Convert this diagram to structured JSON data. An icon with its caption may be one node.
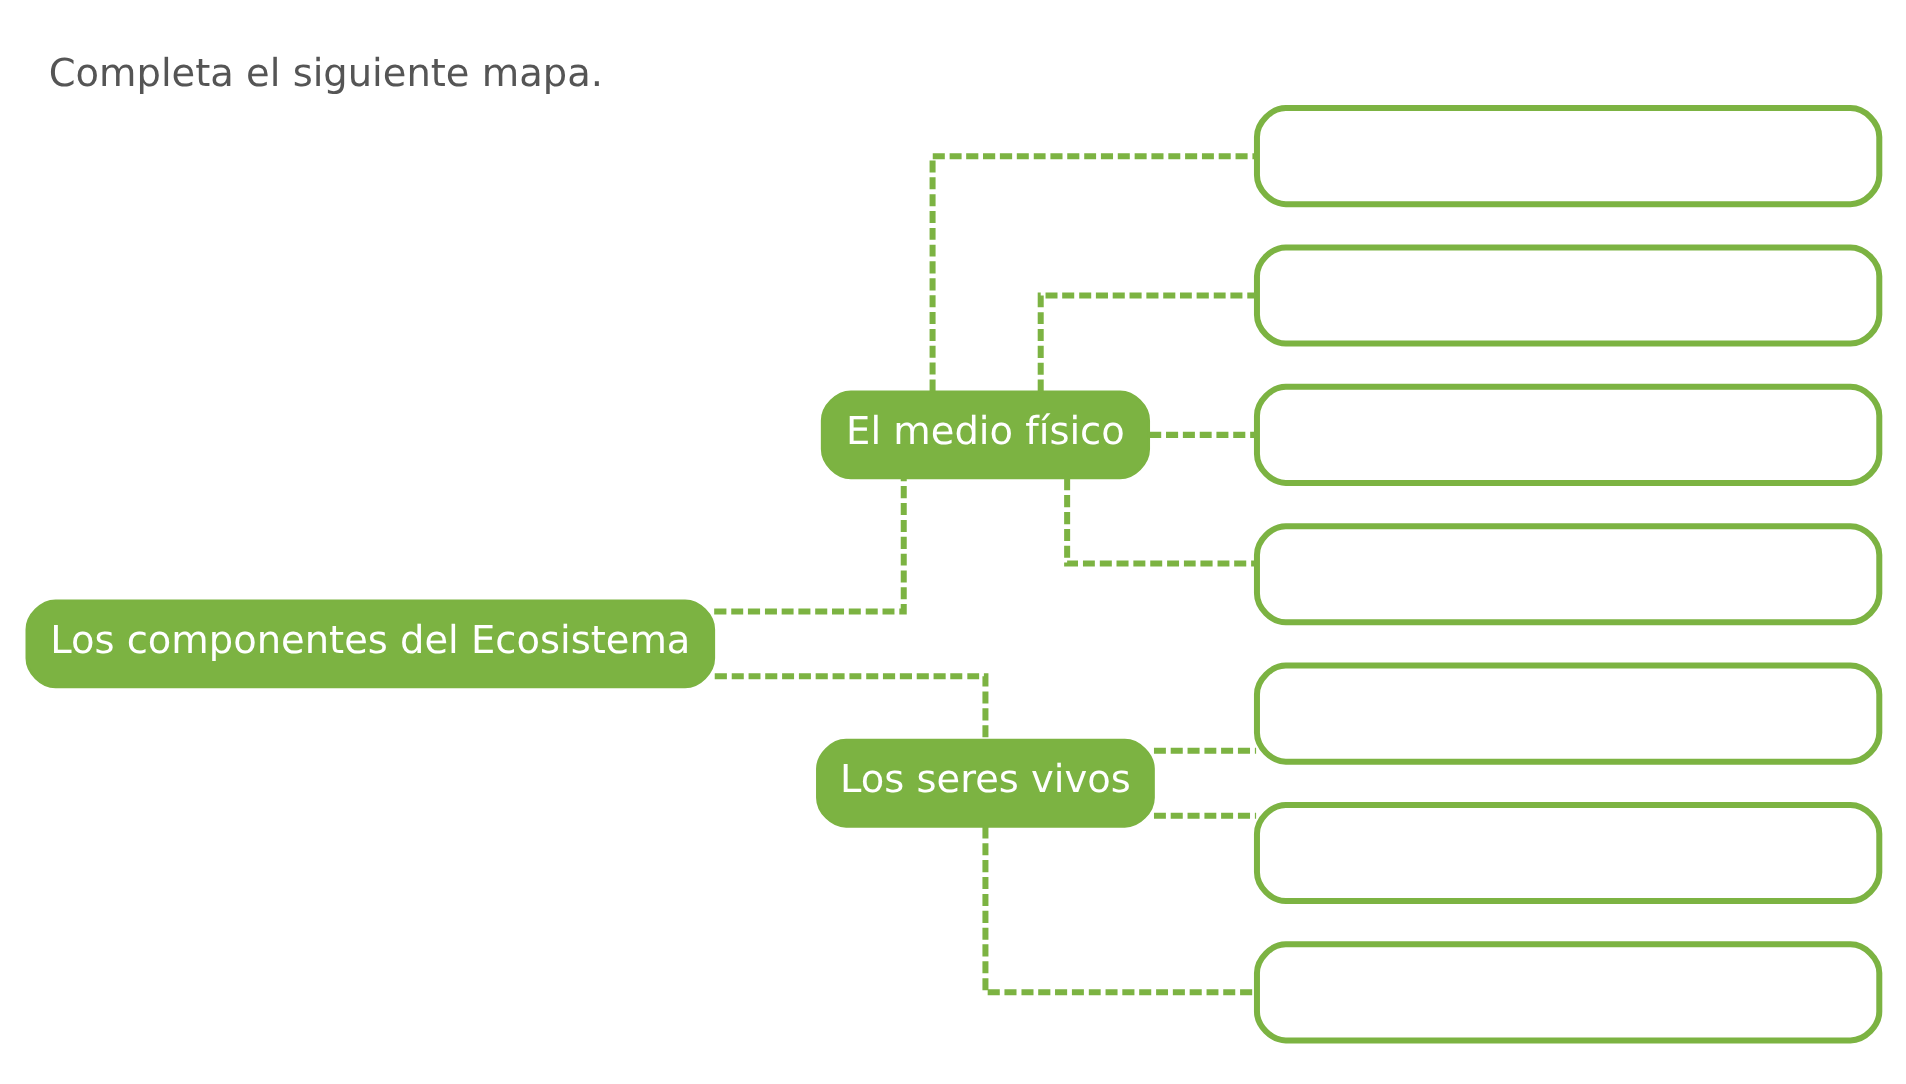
{
  "diagram": {
    "title": "Completa el siguiente mapa.",
    "nodes": [
      {
        "text": [
          "Los componentes del Ecosistema"
        ]
      },
      {
        "text": [
          "El medio físico"
        ]
      },
      {
        "text": [
          "Los seres vivos"
        ]
      },
      {
        "text": [],
        "shape": "box"
      },
      {
        "text": [],
        "shape": "box"
      },
      {
        "text": [],
        "shape": "box"
      },
      {
        "text": [],
        "shape": "box"
      },
      {
        "text": [],
        "shape": "box"
      },
      {
        "text": [],
        "shape": "box"
      },
      {
        "text": [],
        "shape": "box"
      }
    ],
    "edges": [
      {
        "from": 0,
        "to": 1,
        "arrow": "none",
        "style": "dashed"
      },
      {
        "from": 0,
        "to": 2,
        "arrow": "none",
        "style": "dashed"
      },
      {
        "from": 1,
        "to": 3,
        "arrow": "none",
        "style": "dashed"
      },
      {
        "from": 1,
        "to": 4,
        "arrow": "none",
        "style": "dashed"
      },
      {
        "from": 1,
        "to": 5,
        "arrow": "none",
        "style": "dashed"
      },
      {
        "from": 1,
        "to": 6,
        "arrow": "none",
        "style": "dashed"
      },
      {
        "from": 2,
        "to": 7,
        "arrow": "none",
        "style": "dashed"
      },
      {
        "from": 2,
        "to": 8,
        "arrow": "none",
        "style": "dashed"
      },
      {
        "from": 2,
        "to": 9,
        "arrow": "none",
        "style": "dashed"
      }
    ]
  }
}
